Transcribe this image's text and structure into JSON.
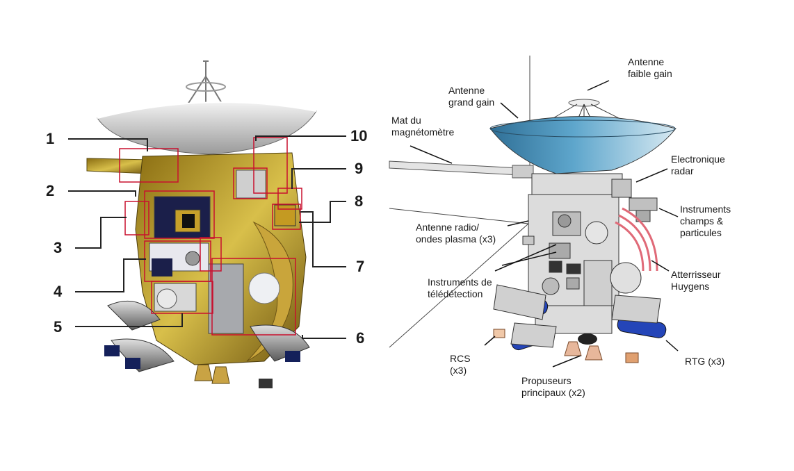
{
  "left_figure": {
    "callouts": [
      "1",
      "2",
      "3",
      "4",
      "5",
      "6",
      "7",
      "8",
      "9",
      "10"
    ]
  },
  "right_figure": {
    "labels": {
      "low_gain": [
        "Antenne",
        "faible gain"
      ],
      "high_gain": [
        "Antenne",
        "grand gain"
      ],
      "magnetometer": [
        "Mat du",
        "magnétomètre"
      ],
      "radar": [
        "Electronique",
        "radar"
      ],
      "fields": [
        "Instruments",
        "champs &",
        "particules"
      ],
      "radio": [
        "Antenne radio/",
        "ondes plasma (x3)"
      ],
      "huygens": [
        "Atterrisseur",
        "Huygens"
      ],
      "remote": [
        "Instruments de",
        "télédétection"
      ],
      "rcs": [
        "RCS",
        "(x3)"
      ],
      "rtg": [
        "RTG (x3)"
      ],
      "engines": [
        "Propuseurs",
        "principaux (x2)"
      ]
    }
  },
  "colors": {
    "dish_blue": "#3d86b0",
    "huygens_pink": "#e06a78",
    "rtg_blue": "#2445b8",
    "foil_gold": "#b89a2a",
    "callout_red": "#c8102e"
  }
}
